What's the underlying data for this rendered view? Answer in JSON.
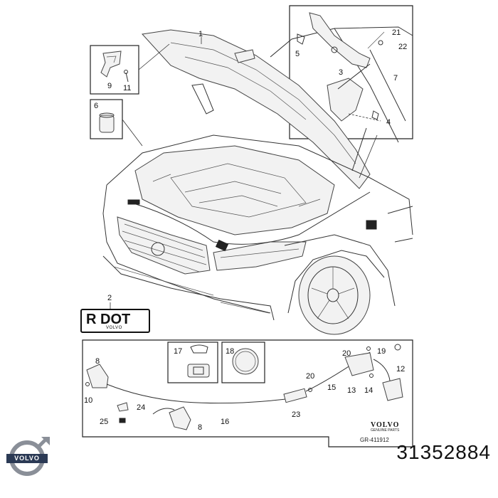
{
  "part_number": "31352884",
  "drawing_code": "GR-411912",
  "brand": {
    "name": "VOLVO",
    "subtitle": "GENUINE PARTS"
  },
  "logo": {
    "wordmark": "VOLVO"
  },
  "sign": {
    "text": "R DOT",
    "brand_mark": "VOLVO"
  },
  "callouts": {
    "c1": "1",
    "c2": "2",
    "c3": "3",
    "c4": "4",
    "c5": "5",
    "c6": "6",
    "c7": "7",
    "c8a": "8",
    "c8b": "8",
    "c9": "9",
    "c10": "10",
    "c11": "11",
    "c12": "12",
    "c13": "13",
    "c14": "14",
    "c15": "15",
    "c16": "16",
    "c17": "17",
    "c18": "18",
    "c19": "19",
    "c20a": "20",
    "c20b": "20",
    "c21": "21",
    "c22": "22",
    "c23": "23",
    "c24": "24",
    "c25": "25"
  },
  "colors": {
    "ink": "#222222",
    "logo_band": "#2b3a55",
    "paper": "#ffffff"
  }
}
